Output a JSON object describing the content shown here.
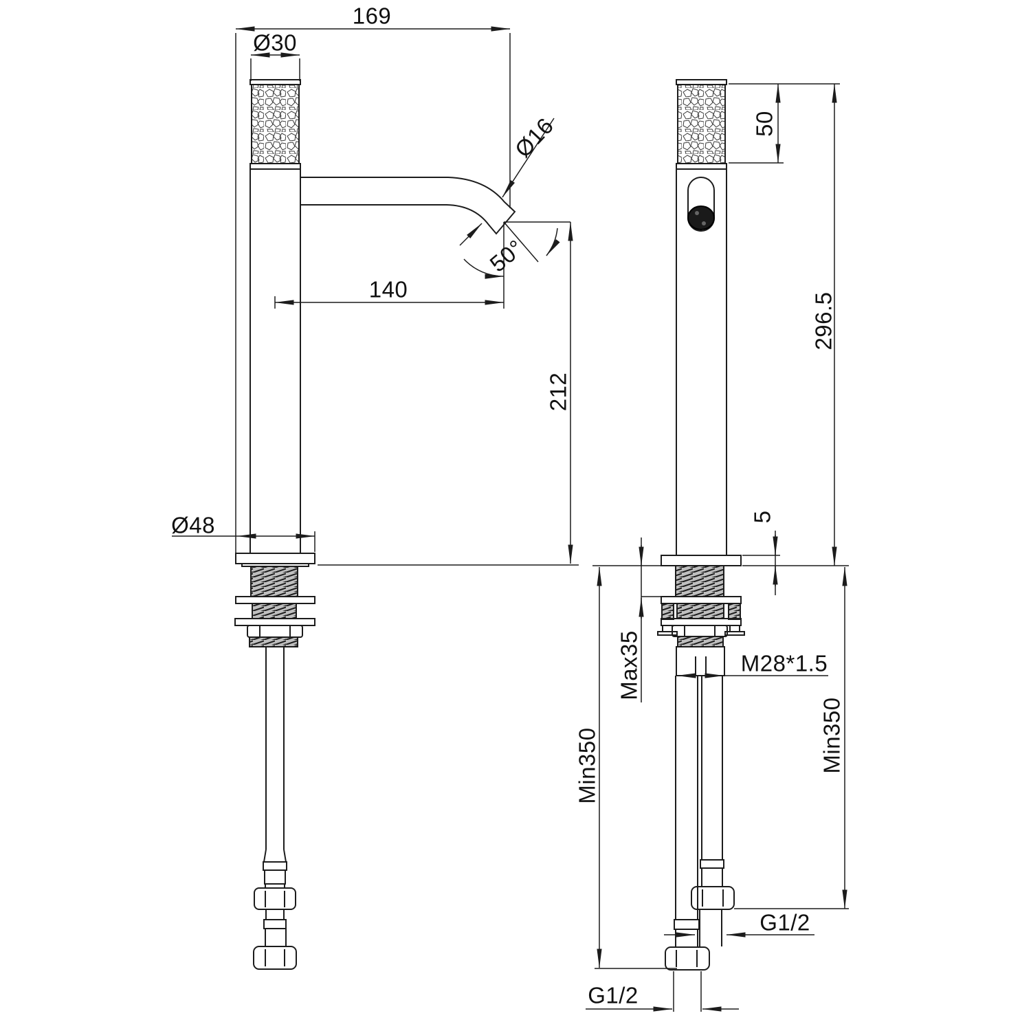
{
  "drawing": {
    "background": "#ffffff",
    "line_color": "#1c1c1c",
    "front_view": {
      "dims": {
        "reach_overall": "169",
        "handle_diameter": "Ø30",
        "spout_diameter": "Ø16",
        "spout_angle": "50°",
        "reach_from_center": "140",
        "spout_height": "212",
        "base_diameter": "Ø48"
      }
    },
    "side_view": {
      "dims": {
        "handle_height": "50",
        "total_height": "296.5",
        "flange_thickness": "5",
        "max_deck_thickness": "Max35",
        "shank_thread": "M28*1.5",
        "hose_length_front": "Min350",
        "hose_length_back": "Min350",
        "inlet_thread_back": "G1/2",
        "inlet_thread_front": "G1/2"
      }
    }
  }
}
